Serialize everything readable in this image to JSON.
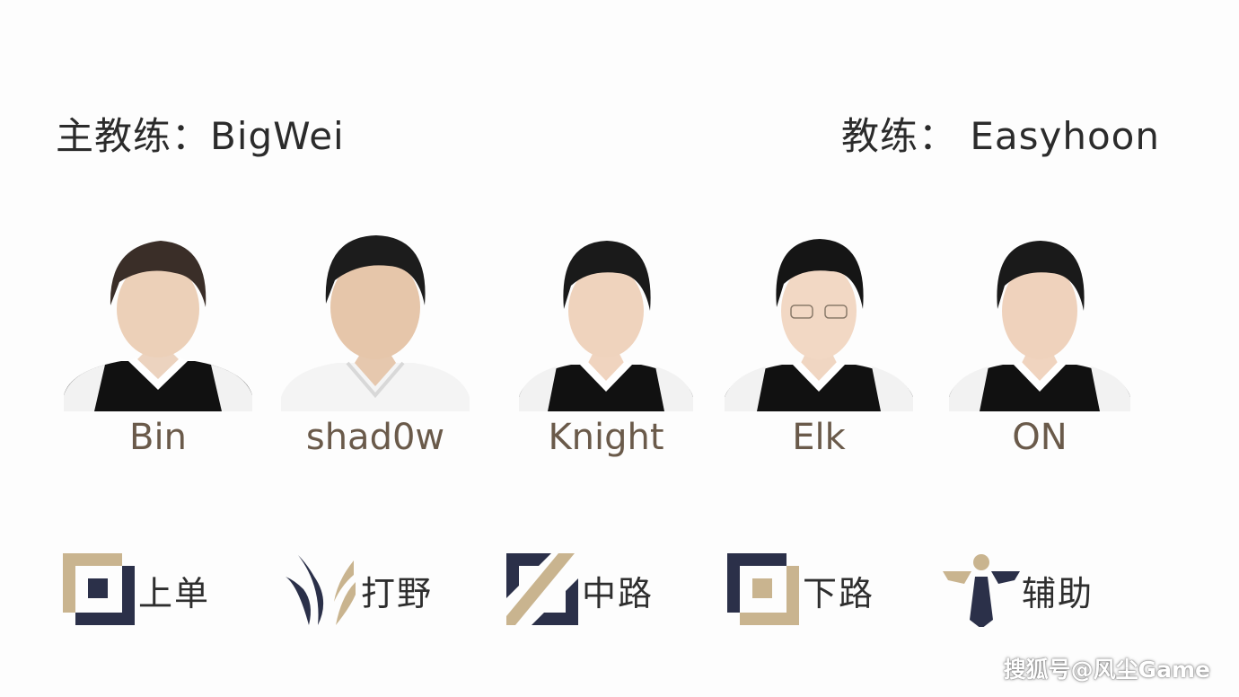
{
  "coaches": {
    "head": "主教练：BigWei",
    "assistant": "教练：  Easyhoon"
  },
  "players": [
    {
      "name": "Bin",
      "jersey": "black-white"
    },
    {
      "name": "shad0w",
      "jersey": "white"
    },
    {
      "name": "Knight",
      "jersey": "black-white"
    },
    {
      "name": "Elk",
      "jersey": "black-white"
    },
    {
      "name": "ON",
      "jersey": "black-white"
    }
  ],
  "roles": [
    {
      "label": "上单",
      "icon": "top-lane-icon"
    },
    {
      "label": "打野",
      "icon": "jungle-icon"
    },
    {
      "label": "中路",
      "icon": "mid-lane-icon"
    },
    {
      "label": "下路",
      "icon": "bot-lane-icon"
    },
    {
      "label": "辅助",
      "icon": "support-icon"
    }
  ],
  "watermark": "搜狐号@风尘Game",
  "colors": {
    "navy": "#2b3049",
    "gold": "#c9b48f",
    "name_text": "#6a5a4a"
  }
}
